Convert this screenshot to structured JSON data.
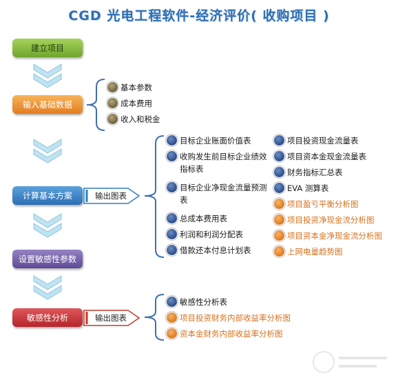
{
  "title": "CGD 光电工程软件-经济评价( 收购项目 )",
  "steps": [
    "建立项目",
    "输入基础数据",
    "计算基本方案",
    "设置敏感性参数",
    "敏感性分析"
  ],
  "output_label": "输出图表",
  "basic_inputs": [
    "基本参数",
    "成本费用",
    "收入和税金"
  ],
  "base_left": [
    "目标企业账面价值表",
    "收购发生前目标企业绩效指标表",
    "目标企业净现金流量预测表",
    "总成本费用表",
    "利润和利润分配表",
    "借款还本付息计划表"
  ],
  "base_right": [
    "项目投资现金流量表",
    "项目资本金现金流量表",
    "财务指标汇总表",
    "EVA 测算表",
    "项目盈亏平衡分析图",
    "项目投资净现金流分析图",
    "项目资本金净现金流分析图",
    "上网电量趋势图"
  ],
  "sensitivity_items": [
    "敏感性分析表",
    "项目投资财务内部收益率分析图",
    "资本金财务内部收益率分析图"
  ]
}
